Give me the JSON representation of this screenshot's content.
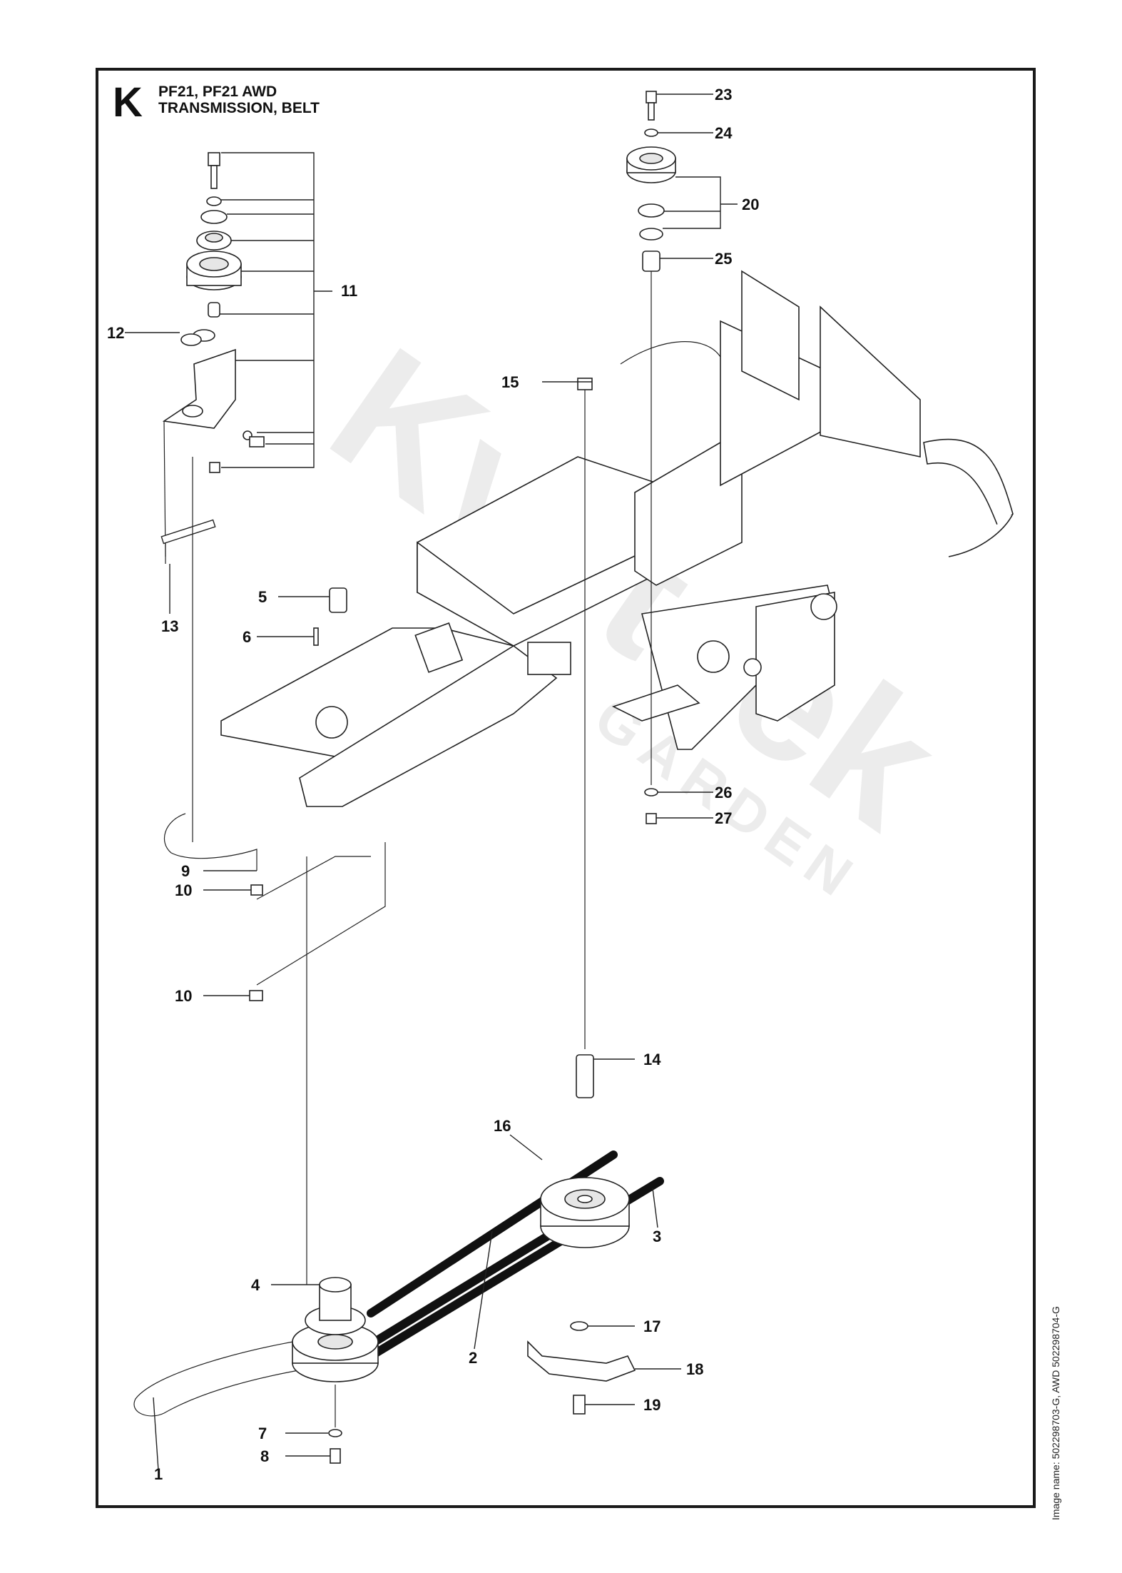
{
  "header": {
    "section_letter": "K",
    "model": "PF21, PF21 AWD",
    "subtitle": "TRANSMISSION, BELT"
  },
  "image_name": "Image name: 502298703-G, AWD 502298704-G",
  "watermark": {
    "brand": "Kvetcek",
    "tagline": "GARDEN"
  },
  "part_labels": [
    "1",
    "2",
    "3",
    "4",
    "5",
    "6",
    "7",
    "8",
    "9",
    "10",
    "10",
    "11",
    "12",
    "13",
    "14",
    "15",
    "16",
    "17",
    "18",
    "19",
    "20",
    "23",
    "24",
    "25",
    "26",
    "27"
  ]
}
